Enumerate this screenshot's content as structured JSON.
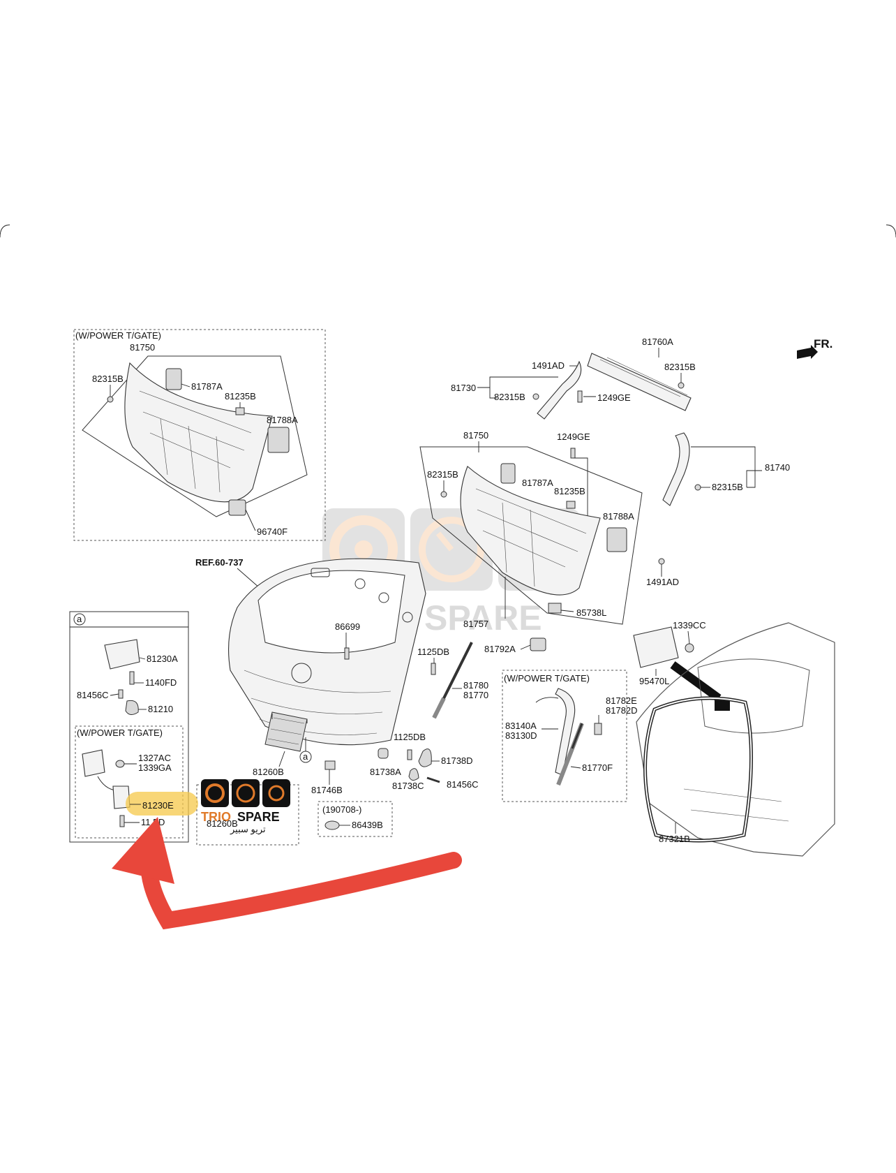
{
  "fr_marker": "FR.",
  "ref_label": "REF.60-737",
  "circle_marker": "a",
  "groups": {
    "top_left_box": "(W/POWER T/GATE)",
    "inset_a_box": "(W/POWER T/GATE)",
    "mid_right_box": "(W/POWER T/GATE)",
    "date_box": "(190708-)"
  },
  "labels": {
    "l81750_top": "81750",
    "l82315B_tl": "82315B",
    "l81787A_tl": "81787A",
    "l81235B_tl": "81235B",
    "l81788A_tl": "81788A",
    "l96740F": "96740F",
    "l81760A": "81760A",
    "l1491AD_top": "1491AD",
    "l82315B_top": "82315B",
    "l81730": "81730",
    "l82315B_81730": "82315B",
    "l1249GE_top": "1249GE",
    "l81750_mid": "81750",
    "l1249GE_mid": "1249GE",
    "l82315B_mid": "82315B",
    "l81787A_mid": "81787A",
    "l81235B_mid": "81235B",
    "l81788A_mid": "81788A",
    "l1491AD_mid": "1491AD",
    "l85738L": "85738L",
    "l81757": "81757",
    "l81792A": "81792A",
    "l81740": "81740",
    "l82315B_81740": "82315B",
    "l86699": "86699",
    "l1125DB_a": "1125DB",
    "l81780": "81780",
    "l81770": "81770",
    "l1125DB_b": "1125DB",
    "l81738D": "81738D",
    "l81738A": "81738A",
    "l81738C": "81738C",
    "l81456C_mid": "81456C",
    "l81260B": "81260B",
    "l81746B": "81746B",
    "l86439B": "86439B",
    "l81230A": "81230A",
    "l1140FD_a": "1140FD",
    "l81456C_a": "81456C",
    "l81210": "81210",
    "l1327AC": "1327AC",
    "l1339GA": "1339GA",
    "l81230E": "81230E",
    "l1140FD_b": "11 FD",
    "l81260B_b": "81260B",
    "l83140A": "83140A",
    "l83130D": "83130D",
    "l81782E": "81782E",
    "l81782D": "81782D",
    "l81770F": "81770F",
    "l1339CC": "1339CC",
    "l95470L": "95470L",
    "l87321B": "87321B"
  },
  "watermark": {
    "brand_trio": "TRIO",
    "brand_spare": "SPARE",
    "brand_arabic": "تريو سبير"
  },
  "colors": {
    "highlight": "#f6c84a",
    "arrow": "#e8473b",
    "watermark_orange": "#f4a765",
    "watermark_grey": "#9a9a9a",
    "logo_orange": "#e07a2a"
  }
}
